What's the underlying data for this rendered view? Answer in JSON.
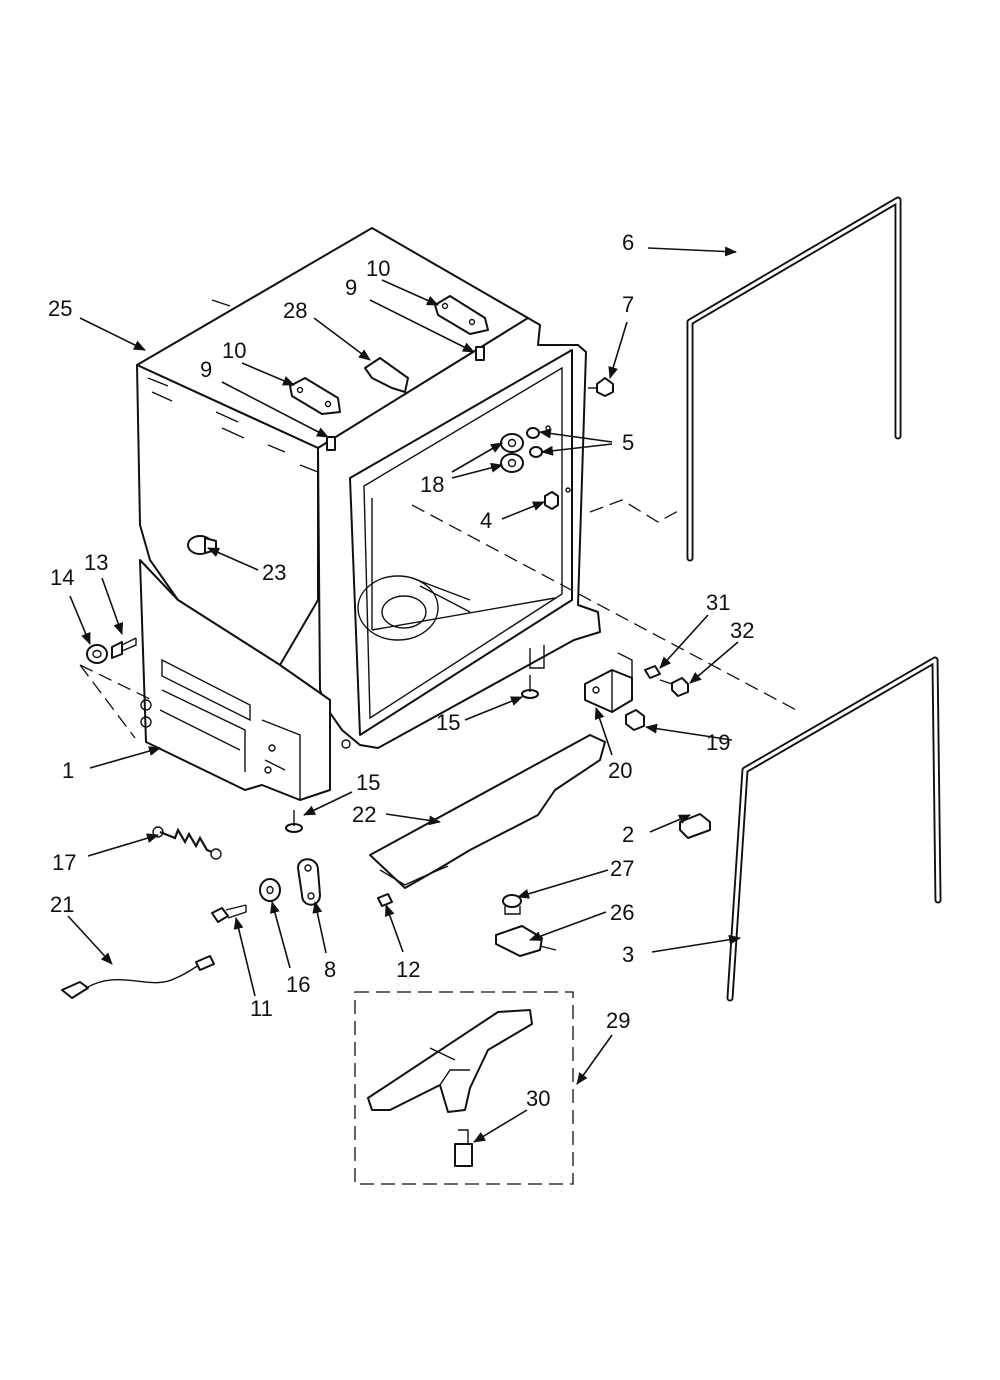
{
  "diagram": {
    "callouts": [
      {
        "id": "c25",
        "text": "25"
      },
      {
        "id": "c10a",
        "text": "10"
      },
      {
        "id": "c9a",
        "text": "9"
      },
      {
        "id": "c10b",
        "text": "10"
      },
      {
        "id": "c28",
        "text": "28"
      },
      {
        "id": "c9b",
        "text": "9"
      },
      {
        "id": "c6",
        "text": "6"
      },
      {
        "id": "c7",
        "text": "7"
      },
      {
        "id": "c5",
        "text": "5"
      },
      {
        "id": "c18",
        "text": "18"
      },
      {
        "id": "c4",
        "text": "4"
      },
      {
        "id": "c23",
        "text": "23"
      },
      {
        "id": "c14",
        "text": "14"
      },
      {
        "id": "c13",
        "text": "13"
      },
      {
        "id": "c31",
        "text": "31"
      },
      {
        "id": "c32",
        "text": "32"
      },
      {
        "id": "c15a",
        "text": "15"
      },
      {
        "id": "c19",
        "text": "19"
      },
      {
        "id": "c1",
        "text": "1"
      },
      {
        "id": "c20",
        "text": "20"
      },
      {
        "id": "c15b",
        "text": "15"
      },
      {
        "id": "c22",
        "text": "22"
      },
      {
        "id": "c2",
        "text": "2"
      },
      {
        "id": "c17",
        "text": "17"
      },
      {
        "id": "c27",
        "text": "27"
      },
      {
        "id": "c21",
        "text": "21"
      },
      {
        "id": "c26",
        "text": "26"
      },
      {
        "id": "c8",
        "text": "8"
      },
      {
        "id": "c12",
        "text": "12"
      },
      {
        "id": "c3",
        "text": "3"
      },
      {
        "id": "c16",
        "text": "16"
      },
      {
        "id": "c11",
        "text": "11"
      },
      {
        "id": "c29",
        "text": "29"
      },
      {
        "id": "c30",
        "text": "30"
      }
    ]
  }
}
